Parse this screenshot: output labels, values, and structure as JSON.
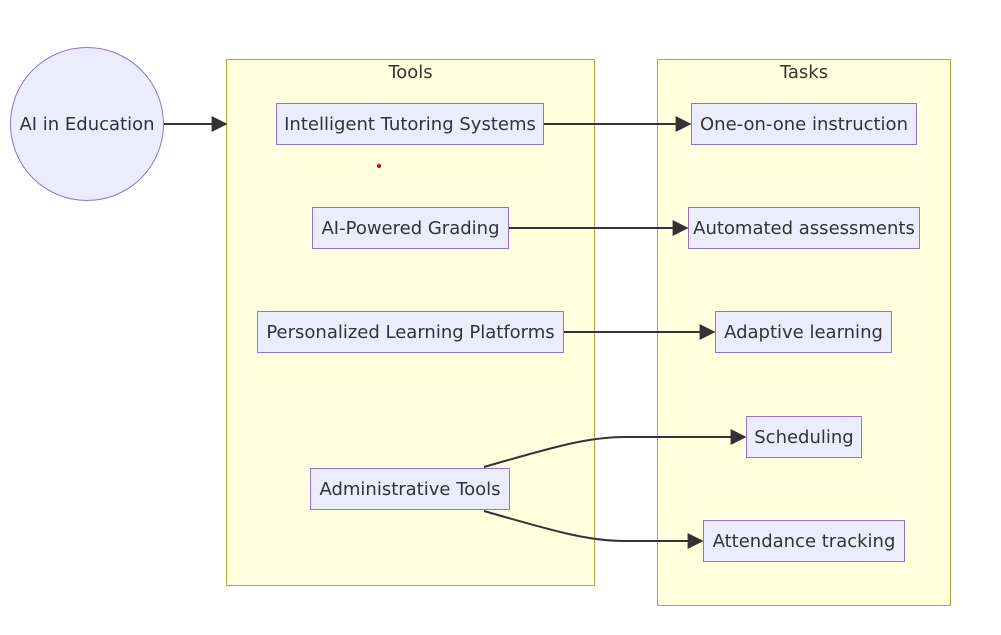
{
  "nodes": {
    "ai_in_education": "AI in Education",
    "intelligent_tutoring": "Intelligent Tutoring Systems",
    "ai_grading": "AI-Powered Grading",
    "personalized_learning": "Personalized Learning Platforms",
    "administrative_tools": "Administrative Tools",
    "one_on_one": "One-on-one instruction",
    "automated_assessments": "Automated assessments",
    "adaptive_learning": "Adaptive learning",
    "scheduling": "Scheduling",
    "attendance_tracking": "Attendance tracking"
  },
  "clusters": {
    "tools": "Tools",
    "tasks": "Tasks"
  },
  "colors": {
    "node_fill": "#ececff",
    "node_border": "#9370db",
    "cluster_fill": "#ffffde",
    "cluster_border": "#aaaa33",
    "edge": "#333333",
    "marker_dot": "#cc0000"
  }
}
